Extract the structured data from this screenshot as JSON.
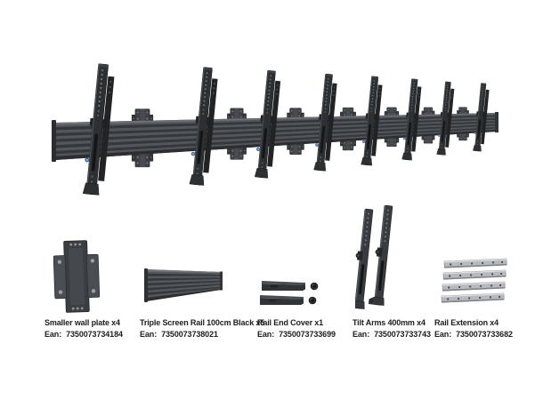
{
  "hero": {
    "description": "assembled-menu-board-rail-with-eight-tilt-arms"
  },
  "colors": {
    "product_black": "#2d3033",
    "rail_gray": "#53565a",
    "silver": "#b7babd",
    "screw_blue": "#4878b0",
    "text": "#1d1d1f"
  },
  "components": [
    {
      "label": "Smaller wall plate x4",
      "ean_prefix": "Ean:",
      "ean": "7350073734184"
    },
    {
      "label": "Triple Screen Rail 100cm Black x5",
      "ean_prefix": "Ean:",
      "ean": "7350073738021"
    },
    {
      "label": "Rail End Cover x1",
      "ean_prefix": "Ean:",
      "ean": "7350073733699"
    },
    {
      "label": "Tilt Arms 400mm x4",
      "ean_prefix": "Ean:",
      "ean": "7350073733743"
    },
    {
      "label": "Rail Extension x4",
      "ean_prefix": "Ean:",
      "ean": "7350073733682"
    }
  ]
}
